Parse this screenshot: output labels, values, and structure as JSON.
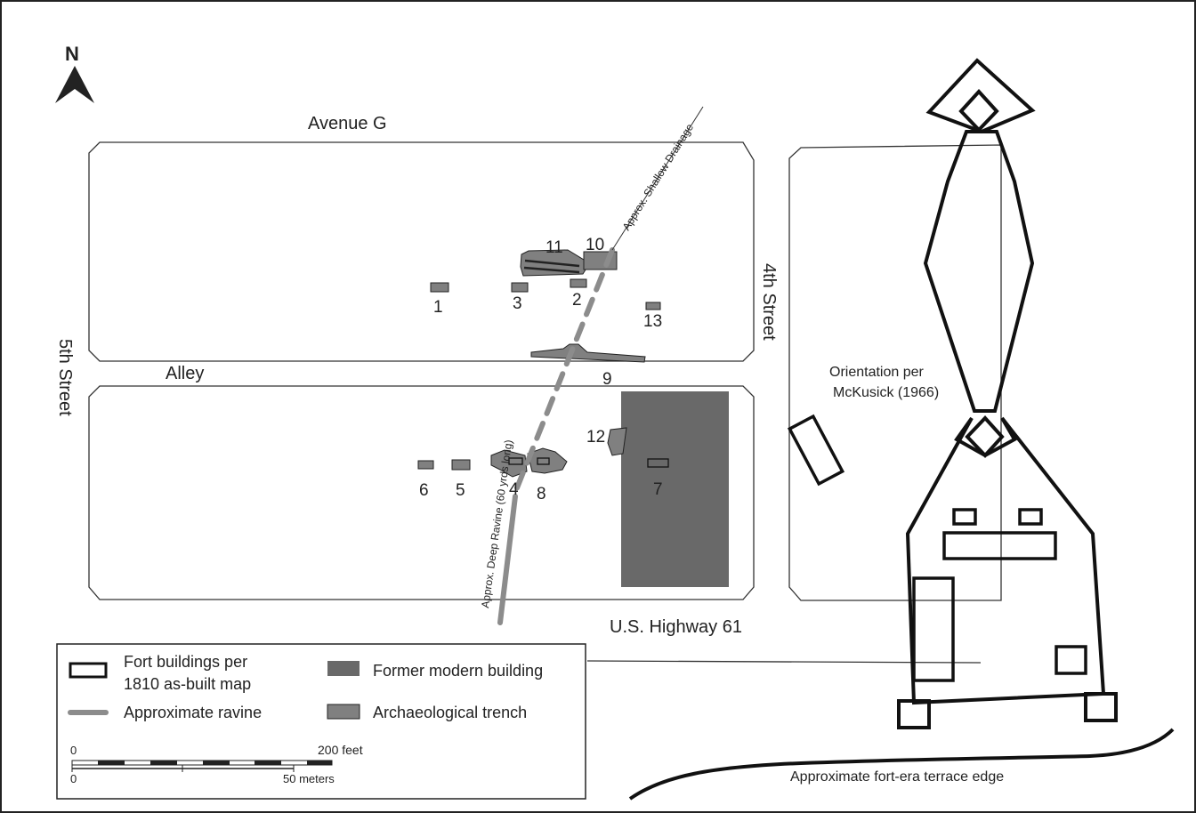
{
  "north_label": "N",
  "streets": {
    "avenue_g": "Avenue G",
    "alley": "Alley",
    "fifth_street": "5th Street",
    "fourth_street": "4th Street",
    "us_highway": "U.S. Highway 61"
  },
  "ravine_labels": {
    "shallow": "Approx. Shallow Drainage",
    "deep": "Approx. Deep Ravine (60 yrds long)"
  },
  "orientation_note": [
    "Orientation per",
    "McKusick (1966)"
  ],
  "terrace_label": "Approximate fort-era terrace edge",
  "feature_numbers": [
    "1",
    "2",
    "3",
    "4",
    "5",
    "6",
    "7",
    "8",
    "9",
    "10",
    "11",
    "12",
    "13"
  ],
  "legend": {
    "fort_buildings": [
      "Fort buildings per",
      "1810 as-built map"
    ],
    "ravine": "Approximate ravine",
    "modern_building": "Former modern building",
    "trench": "Archaeological trench"
  },
  "scale": {
    "top_start": "0",
    "top_end": "200 feet",
    "bottom_start": "0",
    "bottom_end": "50 meters"
  },
  "colors": {
    "modern_building": "#696969",
    "trench": "#808080",
    "ravine": "#8c8c8c",
    "outline": "#111111"
  }
}
